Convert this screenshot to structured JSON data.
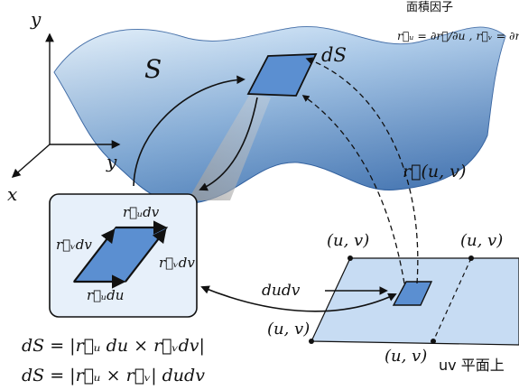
{
  "colors": {
    "surface_light": "#d6e8f7",
    "surface_mid": "#8db8e3",
    "surface_dark": "#3f72b4",
    "patch": "#5b8fd1",
    "plane": "#c7dcf3",
    "box_fill": "#e7f0fa",
    "ink": "#111111"
  },
  "labels": {
    "top_note": "面積因子",
    "partials_note": "r⃗ᵤ = ∂r⃗/∂u , r⃗ᵥ = ∂r⃗/∂v",
    "surface_name": "S",
    "surface_element": "dS",
    "axis_y_vertical": "y",
    "axis_y_horizontal": "y",
    "axis_x": "x",
    "mapping": "r⃗(u, v)",
    "vec_top": "r⃗ᵤdv",
    "vec_left": "r⃗ᵥdv",
    "vec_right": "r⃗ᵥdv",
    "vec_bottom": "r⃗ᵤdu",
    "plane_point_top_left": "(u, v)",
    "plane_point_top_right": "(u, v)",
    "plane_point_left": "(u, v)",
    "plane_point_bottom": "(u, v)",
    "dudv": "dudv",
    "plane_name": "uv 平面上",
    "formula_1": "dS = |r⃗ᵤ du × r⃗ᵥdv|",
    "formula_2": "dS = |r⃗ᵤ × r⃗ᵥ| dudv"
  }
}
